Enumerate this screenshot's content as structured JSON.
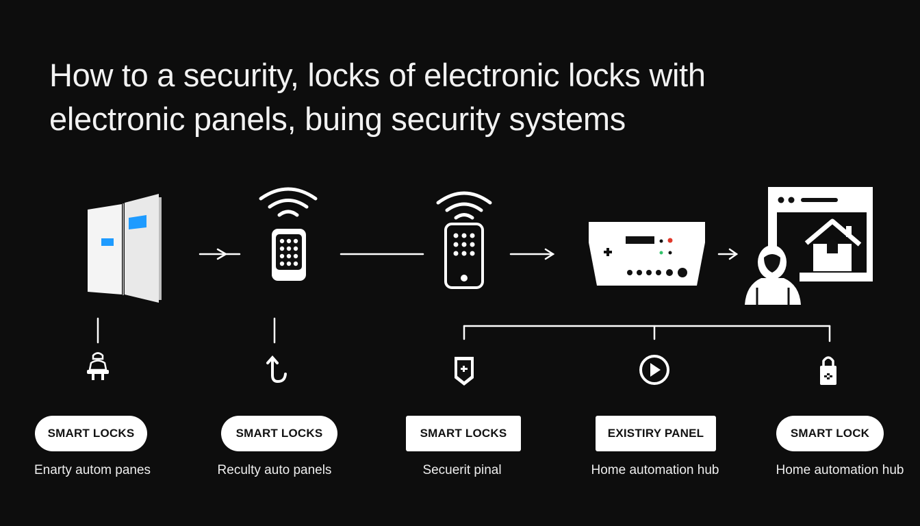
{
  "title": {
    "line1": "How to a security, locks of electronic locks with",
    "line2": "electronic panels, buing security systems"
  },
  "colors": {
    "background": "#0d0d0d",
    "foreground": "#ffffff",
    "screen_blue": "#1e9bff",
    "indicator_red": "#e0392b",
    "indicator_green": "#33c36b"
  },
  "nodes": [
    {
      "icon": "door-panel-icon",
      "sub_icon": "bell-lock-icon",
      "pill_label": "SMART LOCKS",
      "caption": "Enarty autom panes"
    },
    {
      "icon": "wireless-keypad-icon",
      "sub_icon": "hook-arrow-icon",
      "pill_label": "SMART LOCKS",
      "caption": "Reculty auto panels"
    },
    {
      "icon": "smartphone-keypad-icon",
      "sub_icon": "shield-plus-icon",
      "pill_label": "SMART LOCKS",
      "caption": "Secuerit pinal"
    },
    {
      "icon": "control-panel-icon",
      "sub_icon": "play-circle-icon",
      "pill_label": "EXISTIRY PANEL",
      "caption": "Home automation hub"
    },
    {
      "icon": "home-hub-browser-icon",
      "sub_icon": "padlock-icon",
      "pill_label": "SMART LOCK",
      "caption": "Home automation hub"
    }
  ]
}
